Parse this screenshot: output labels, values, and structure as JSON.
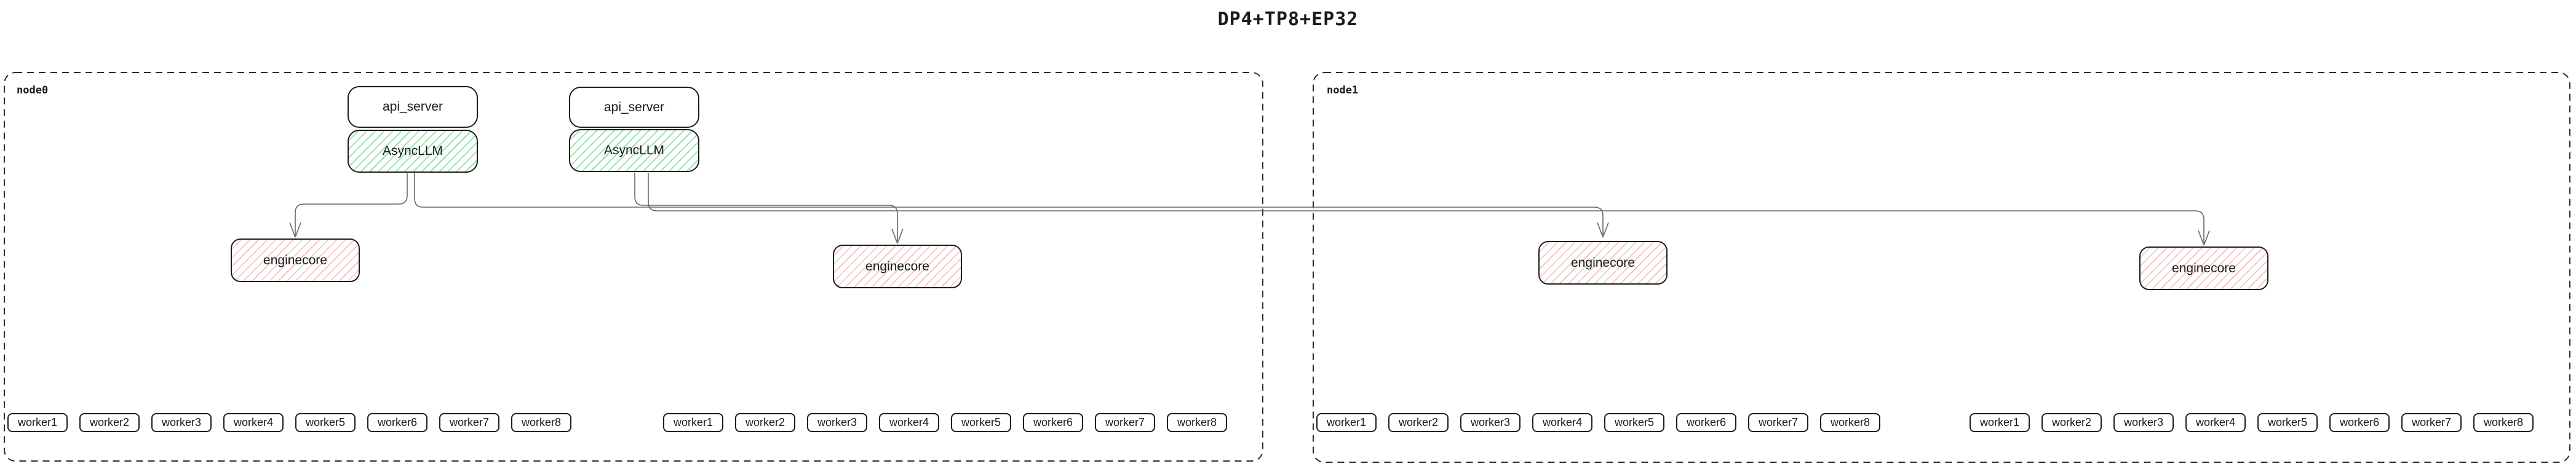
{
  "title": "DP4+TP8+EP32",
  "nodes": [
    {
      "label": "node0",
      "stacks": [
        {
          "api_server": "api_server",
          "async_llm": "AsyncLLM"
        },
        {
          "api_server": "api_server",
          "async_llm": "AsyncLLM"
        }
      ],
      "enginecores": [
        "enginecore",
        "enginecore"
      ],
      "worker_groups": [
        [
          "worker1",
          "worker2",
          "worker3",
          "worker4",
          "worker5",
          "worker6",
          "worker7",
          "worker8"
        ],
        [
          "worker1",
          "worker2",
          "worker3",
          "worker4",
          "worker5",
          "worker6",
          "worker7",
          "worker8"
        ]
      ]
    },
    {
      "label": "node1",
      "enginecores": [
        "enginecore",
        "enginecore"
      ],
      "worker_groups": [
        [
          "worker1",
          "worker2",
          "worker3",
          "worker4",
          "worker5",
          "worker6",
          "worker7",
          "worker8"
        ],
        [
          "worker1",
          "worker2",
          "worker3",
          "worker4",
          "worker5",
          "worker6",
          "worker7",
          "worker8"
        ]
      ]
    }
  ],
  "colors": {
    "text": "#1a1a1a",
    "box-border": "#1e1e1e",
    "node-border": "#2d2d2d",
    "wire": "#666666",
    "green-hatch": "#8fe3a5",
    "red-hatch": "#f3bdb8"
  }
}
